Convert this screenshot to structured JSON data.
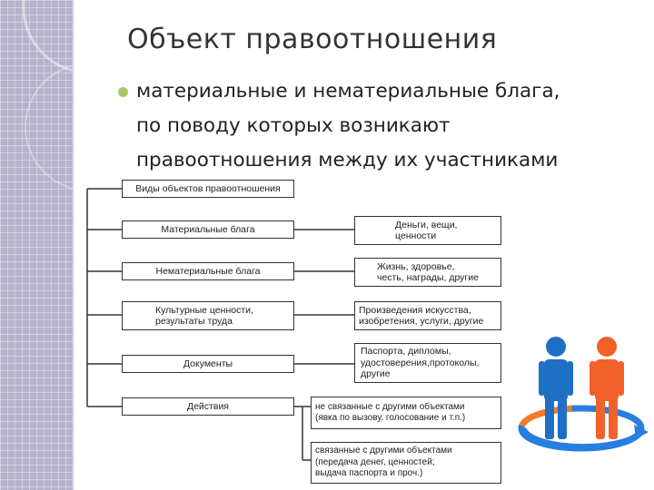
{
  "slide": {
    "title": "Объект правоотношения",
    "bullet_lines": [
      "материальные  и нематериальные блага,",
      "по поводу которых  возникают",
      "правоотношения между их участниками"
    ]
  },
  "diagram": {
    "root": "Виды объектов правоотношения",
    "categories": [
      {
        "label_lines": [
          "Материальные блага"
        ],
        "examples": [
          [
            "Деньги, вещи,",
            "ценности"
          ]
        ]
      },
      {
        "label_lines": [
          "Нематериальные блага"
        ],
        "examples": [
          [
            "Жизнь, здоровье,",
            "честь, награды, другие"
          ]
        ]
      },
      {
        "label_lines": [
          "Культурные ценности,",
          "результаты труда"
        ],
        "examples": [
          [
            "Произведения искусства,",
            "изобретения, услуги, другие"
          ]
        ]
      },
      {
        "label_lines": [
          "Документы"
        ],
        "examples": [
          [
            "Паспорта, дипломы,",
            "удостоверения,протоколы,",
            "другие"
          ]
        ]
      },
      {
        "label_lines": [
          "Действия"
        ],
        "examples": [
          [
            "не связанные с другими объектами",
            "(явка по вызову, голосование и т.п.)"
          ],
          [
            "связанные с другими объектами",
            "(передача денег, ценностей;",
            "выдача паспорта и проч.)"
          ]
        ]
      }
    ]
  },
  "colors": {
    "stripe": "#b6b2cc",
    "bullet": "#a9c46a",
    "person_blue": "#1f6fc5",
    "person_orange": "#f0622a",
    "ring_blue": "#2a7de1",
    "ring_orange": "#f57b2a"
  }
}
